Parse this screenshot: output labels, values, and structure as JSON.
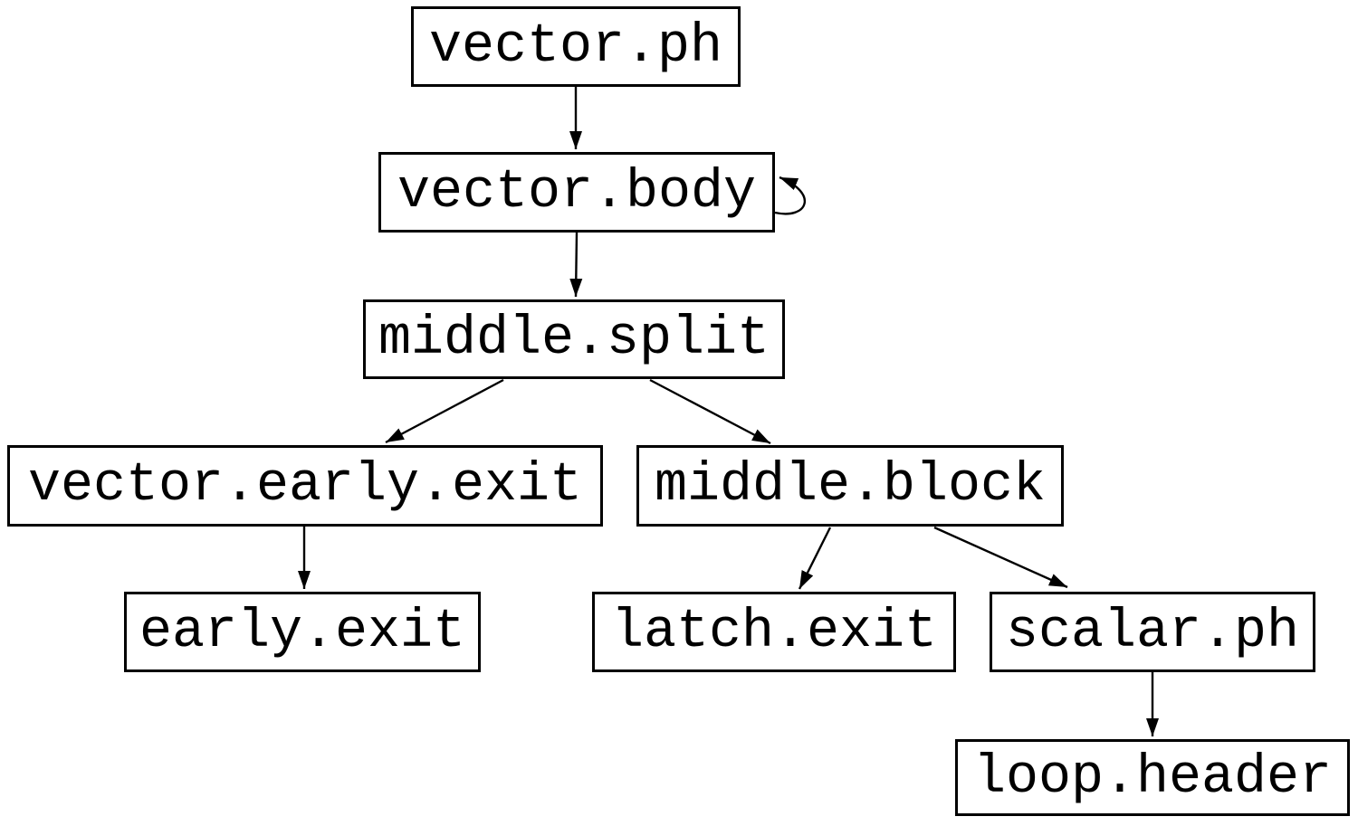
{
  "diagram": {
    "type": "control-flow-graph",
    "background": "#ffffff",
    "colors": {
      "node_border": "#000000",
      "node_fill": "#ffffff",
      "text": "#000000",
      "edge": "#000000"
    },
    "nodes": [
      {
        "id": "vector.ph",
        "label": "vector.ph"
      },
      {
        "id": "vector.body",
        "label": "vector.body"
      },
      {
        "id": "middle.split",
        "label": "middle.split"
      },
      {
        "id": "vector.early.exit",
        "label": "vector.early.exit"
      },
      {
        "id": "middle.block",
        "label": "middle.block"
      },
      {
        "id": "early.exit",
        "label": "early.exit"
      },
      {
        "id": "latch.exit",
        "label": "latch.exit"
      },
      {
        "id": "scalar.ph",
        "label": "scalar.ph"
      },
      {
        "id": "loop.header",
        "label": "loop.header"
      }
    ],
    "edges": [
      {
        "from": "vector.ph",
        "to": "vector.body"
      },
      {
        "from": "vector.body",
        "to": "vector.body",
        "self_loop": true
      },
      {
        "from": "vector.body",
        "to": "middle.split"
      },
      {
        "from": "middle.split",
        "to": "vector.early.exit"
      },
      {
        "from": "middle.split",
        "to": "middle.block"
      },
      {
        "from": "vector.early.exit",
        "to": "early.exit"
      },
      {
        "from": "middle.block",
        "to": "latch.exit"
      },
      {
        "from": "middle.block",
        "to": "scalar.ph"
      },
      {
        "from": "scalar.ph",
        "to": "loop.header"
      }
    ]
  }
}
